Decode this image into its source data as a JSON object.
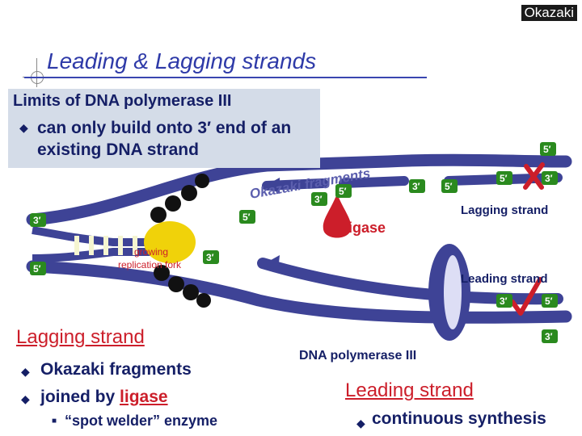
{
  "corner_tag": "Okazaki",
  "title": "Leading & Lagging strands",
  "limits": {
    "heading": "Limits of DNA polymerase III",
    "text": "can only build onto 3′ end of an existing DNA strand"
  },
  "diagram": {
    "fragments_label": "Okazaki fragments",
    "ligase_label": "ligase",
    "fork_label_1": "growing",
    "fork_label_2": "replication fork",
    "lagging_strand_label": "Lagging strand",
    "leading_strand_label": "Leading strand",
    "polymerase_label": "DNA polymerase III",
    "end_5": "5′",
    "end_3": "3′"
  },
  "lagging": {
    "heading": "Lagging strand",
    "bullet1": "Okazaki fragments",
    "bullet2_prefix": "joined by",
    "bullet2_link": "ligase",
    "sub_bullet": "“spot welder” enzyme"
  },
  "leading": {
    "heading": "Leading strand",
    "bullet1": "continuous synthesis"
  },
  "colors": {
    "strand": "#3e4396",
    "nucleotide": "#f5f5d0",
    "primer": "#8c7cb8",
    "accent_red": "#cc1e2a",
    "end_marker": "#2a8a1e",
    "helicase": "#f0d20a",
    "text_navy": "#151f66"
  }
}
